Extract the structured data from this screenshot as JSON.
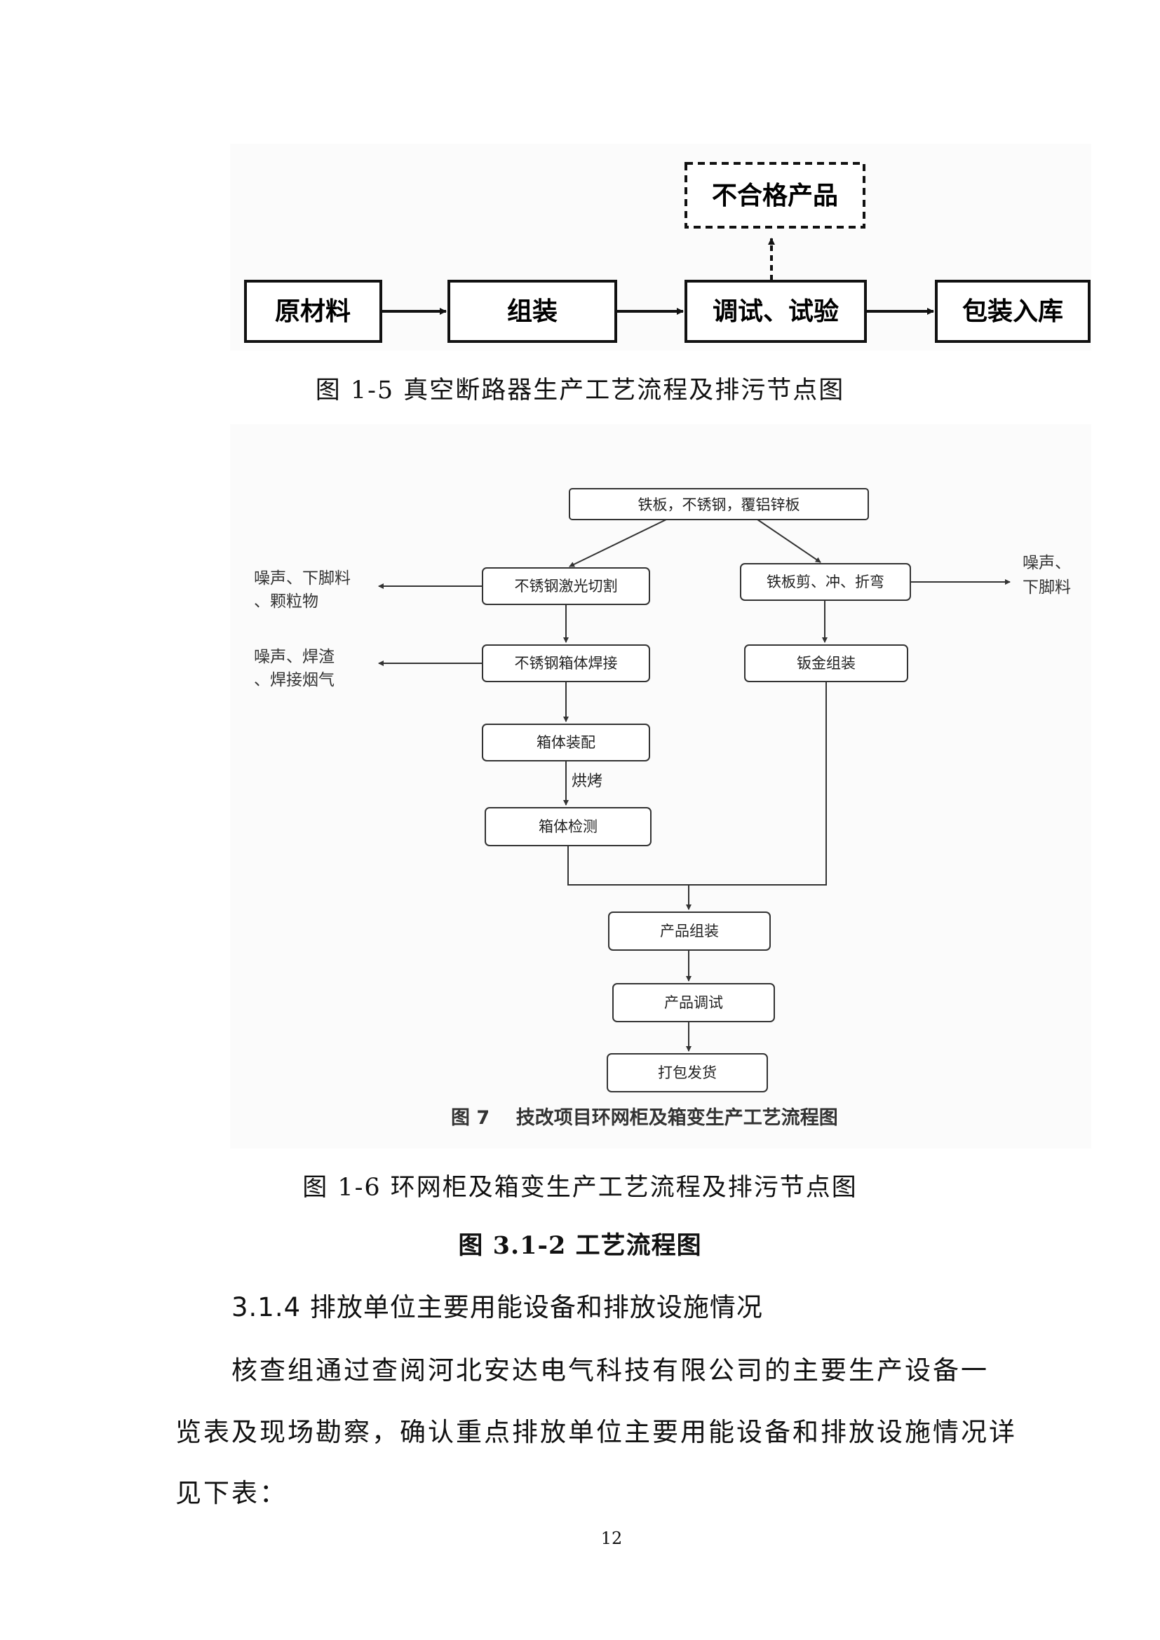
{
  "figure1": {
    "reject_box": "不合格产品",
    "steps": [
      "原材料",
      "组装",
      "调试、试验",
      "包装入库"
    ],
    "caption": "图 1-5 真空断路器生产工艺流程及排污节点图"
  },
  "figure2": {
    "top": "铁板，不锈钢，覆铝锌板",
    "left_steps": [
      "不锈钢激光切割",
      "不锈钢箱体焊接",
      "箱体装配",
      "箱体检测"
    ],
    "right_steps": [
      "铁板剪、冲、折弯",
      "钣金组装"
    ],
    "baking_label": "烘烤",
    "center_steps": [
      "产品组装",
      "产品调试",
      "打包发货"
    ],
    "emission_left_1": [
      "噪声、下脚料",
      "、颗粒物"
    ],
    "emission_left_2": [
      "噪声、焊渣",
      "、焊接烟气"
    ],
    "emission_right_1": [
      "噪声、",
      "下脚料"
    ],
    "inner_caption": "图 7    技改项目环网柜及箱变生产工艺流程图",
    "caption": "图 1-6 环网柜及箱变生产工艺流程及排污节点图"
  },
  "figure_main_caption": "图 3.1-2 工艺流程图",
  "section": {
    "heading": "3.1.4 排放单位主要用能设备和排放设施情况",
    "para_line1": "核查组通过查阅河北安达电气科技有限公司的主要生产设备一",
    "para_line2": "览表及现场勘察，确认重点排放单位主要用能设备和排放设施情况详",
    "para_line3": "见下表："
  },
  "page_number": "12"
}
